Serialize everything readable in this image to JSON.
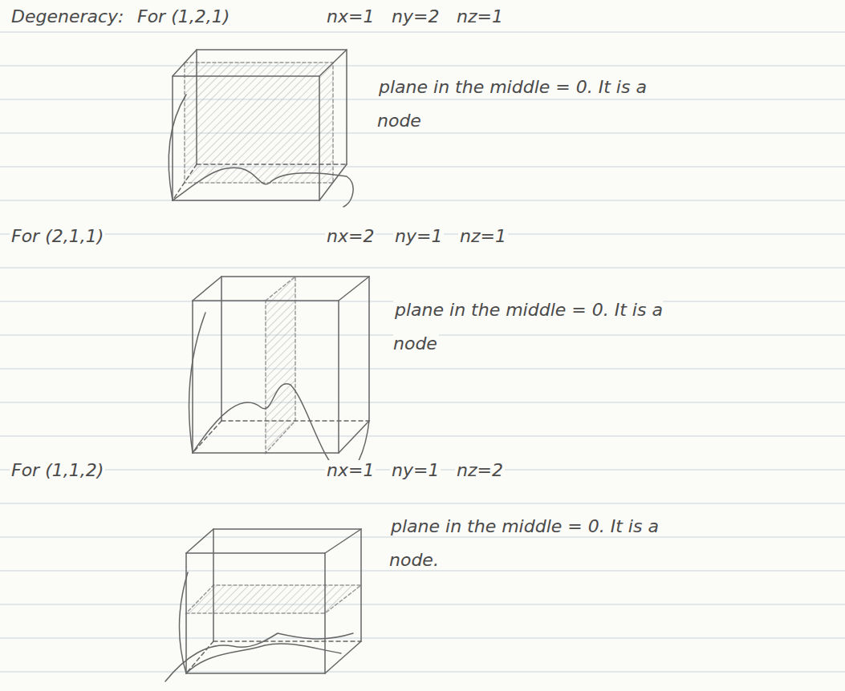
{
  "diagram": {
    "labels": [
      "Degeneracy:",
      "For (1,2,1)",
      "nx=1",
      "ny=2",
      "nz=1",
      "plane in the middle = 0. It is a node",
      "For (2,1,1)",
      "nx=2",
      "ny=1",
      "nz=1",
      "plane in the middle = 0. It is a node",
      "For (1,1,2)",
      "nx=1",
      "ny=1",
      "nz=2",
      "plane in the middle = 0. It is a node."
    ]
  }
}
